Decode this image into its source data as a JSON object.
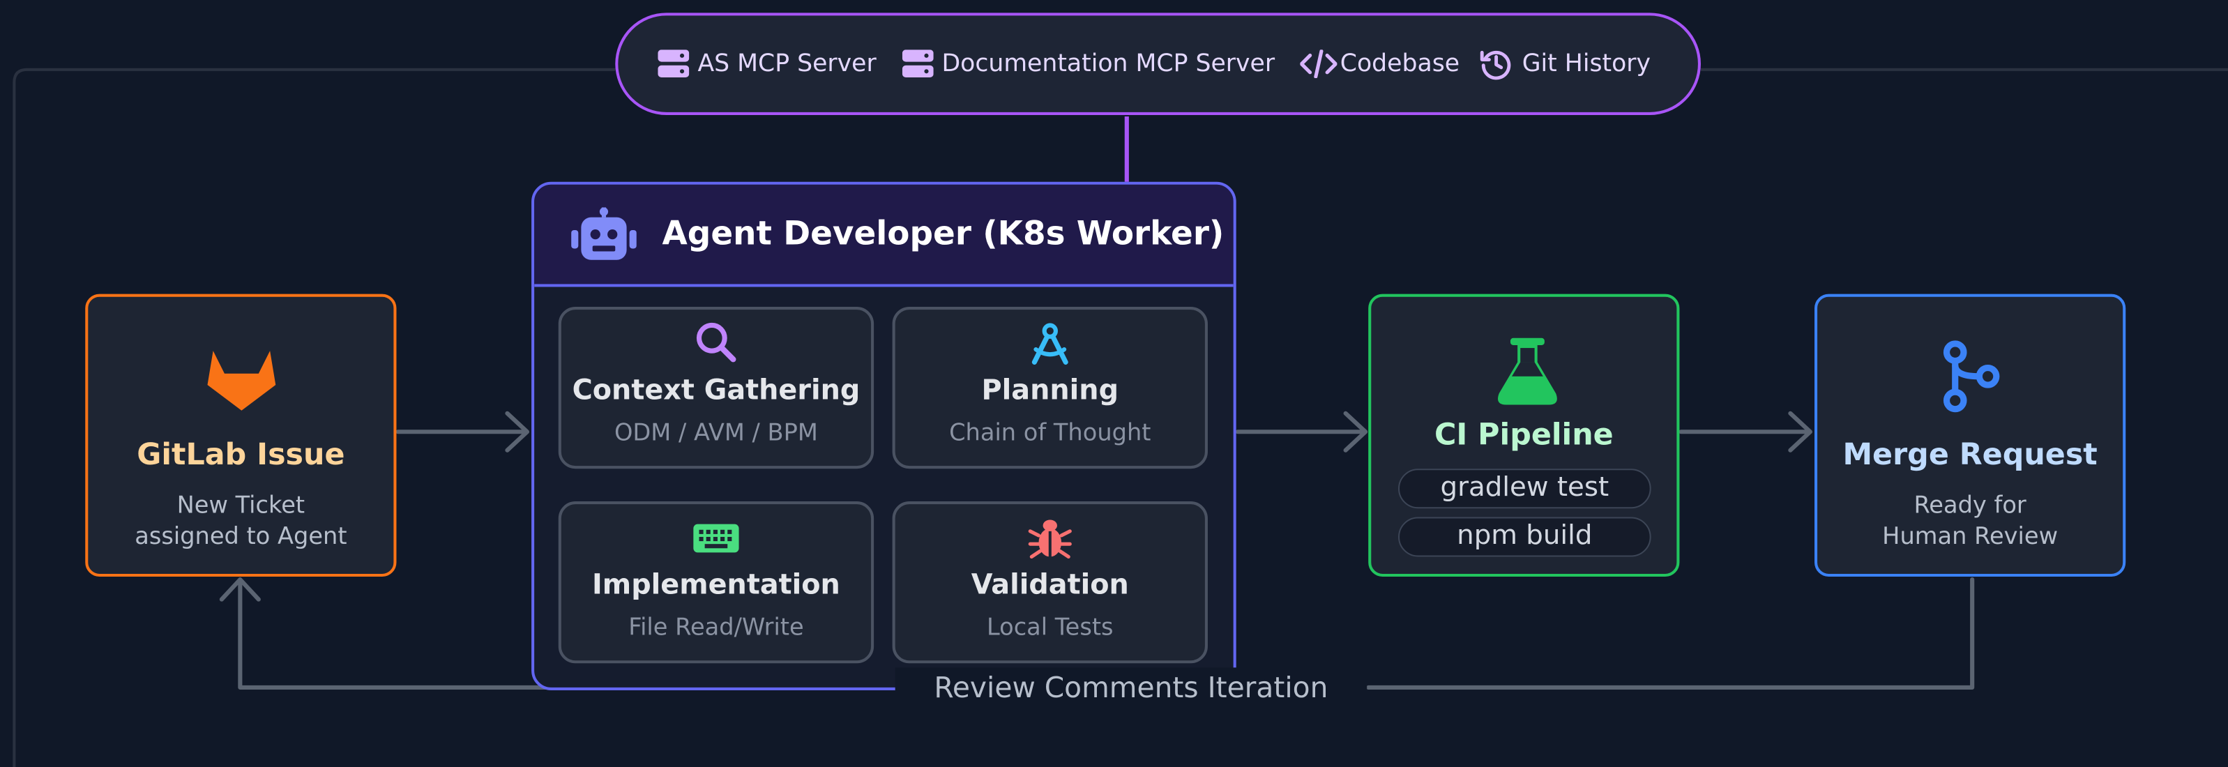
{
  "tools": [
    {
      "label": "AS MCP Server",
      "icon": "server-icon"
    },
    {
      "label": "Documentation MCP Server",
      "icon": "server-icon"
    },
    {
      "label": "Codebase",
      "icon": "code-icon"
    },
    {
      "label": "Git History",
      "icon": "history-icon"
    }
  ],
  "agent": {
    "title": "Agent Developer (K8s Worker)",
    "icon": "robot-icon",
    "steps": [
      {
        "title": "Context Gathering",
        "subtitle": "ODM / AVM / BPM",
        "icon": "magnifier-icon"
      },
      {
        "title": "Planning",
        "subtitle": "Chain of Thought",
        "icon": "compass-icon"
      },
      {
        "title": "Implementation",
        "subtitle": "File Read/Write",
        "icon": "keyboard-icon"
      },
      {
        "title": "Validation",
        "subtitle": "Local Tests",
        "icon": "bug-icon"
      }
    ]
  },
  "issue": {
    "title": "GitLab Issue",
    "line1": "New Ticket",
    "line2": "assigned to Agent",
    "icon": "gitlab-icon"
  },
  "ci": {
    "title": "CI Pipeline",
    "commands": [
      "gradlew test",
      "npm build"
    ],
    "icon": "flask-icon"
  },
  "mr": {
    "title": "Merge Request",
    "line1": "Ready for",
    "line2": "Human Review",
    "icon": "branch-icon"
  },
  "loop": {
    "label": "Review Comments Iteration"
  },
  "colors": {
    "background": "#101828",
    "tools_border": "#a855f7",
    "agent_border": "#6366f1",
    "issue_border": "#f97316",
    "issue_title": "#fdd49a",
    "ci_border": "#22c55e",
    "ci_title": "#bbf7d0",
    "mr_border": "#3b82f6",
    "mr_title": "#bfdbfe",
    "connector": "#5b6472"
  }
}
